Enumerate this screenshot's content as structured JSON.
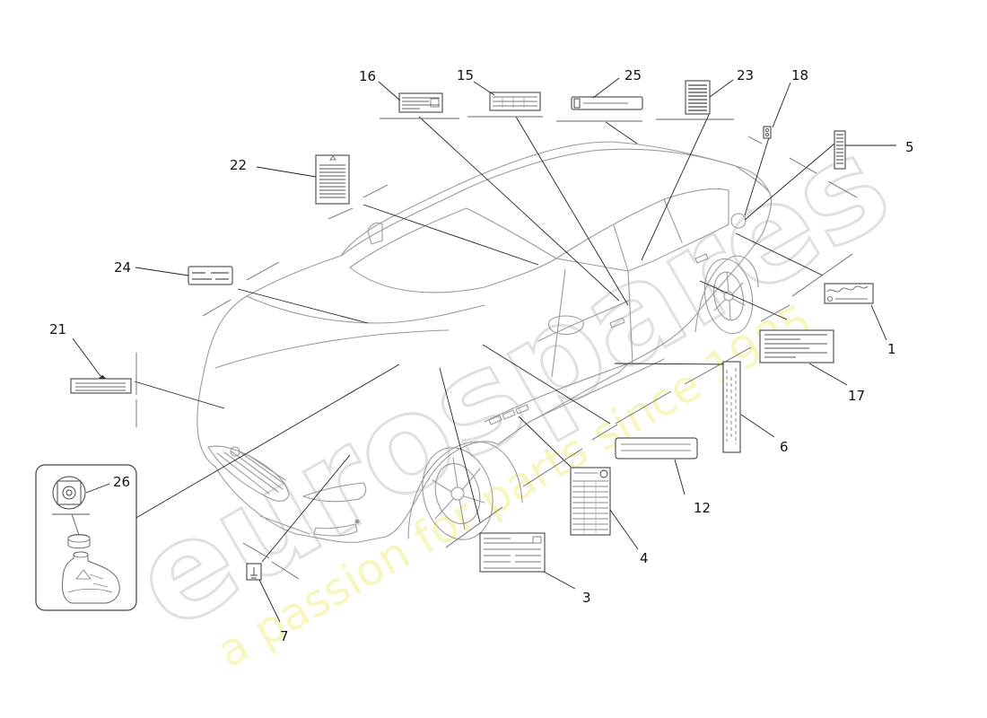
{
  "watermark": {
    "brand": "eurospares",
    "tagline": "a passion for parts since 1985"
  },
  "callouts": [
    "16",
    "15",
    "25",
    "23",
    "18",
    "5",
    "22",
    "24",
    "21",
    "26",
    "1",
    "17",
    "6",
    "12",
    "4",
    "3",
    "7"
  ]
}
